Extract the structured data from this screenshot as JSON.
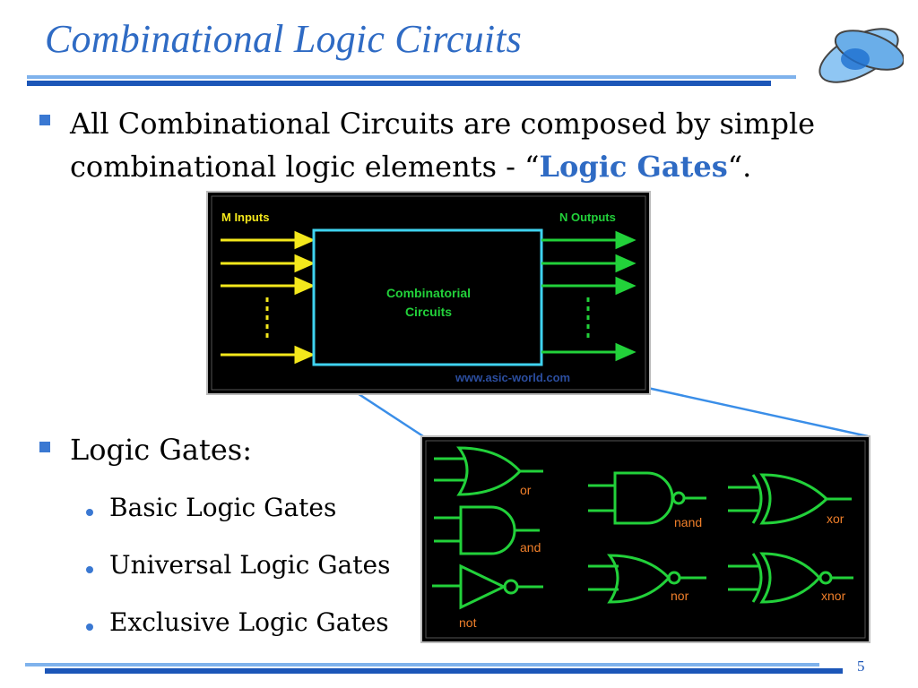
{
  "slide": {
    "title": "Combinational Logic Circuits",
    "page_number": "5"
  },
  "bullets": {
    "first_text_a": "All Combinational Circuits are composed by simple combinational logic elements - “",
    "first_highlight": "Logic Gates",
    "first_text_b": "“.",
    "second": "Logic Gates:",
    "sub_items": [
      "Basic Logic Gates",
      "Universal Logic Gates",
      "Exclusive Logic Gates"
    ]
  },
  "block_diagram": {
    "inputs_label": "M Inputs",
    "outputs_label": "N Outputs",
    "box_label_line1": "Combinatorial",
    "box_label_line2": "Circuits",
    "watermark": "www.asic-world.com"
  },
  "gates": {
    "or": "or",
    "and": "and",
    "not": "not",
    "nand": "nand",
    "nor": "nor",
    "xor": "xor",
    "xnor": "xnor"
  },
  "colors": {
    "title": "#2f6bc4",
    "accent": "#1c56b8",
    "accent_light": "#7fb2ec",
    "diagram_bg": "#000000",
    "wire_green": "#22d13a",
    "input_yellow": "#f4e81c",
    "box_cyan": "#3fd3f0",
    "gate_label_orange": "#f07f2a"
  }
}
